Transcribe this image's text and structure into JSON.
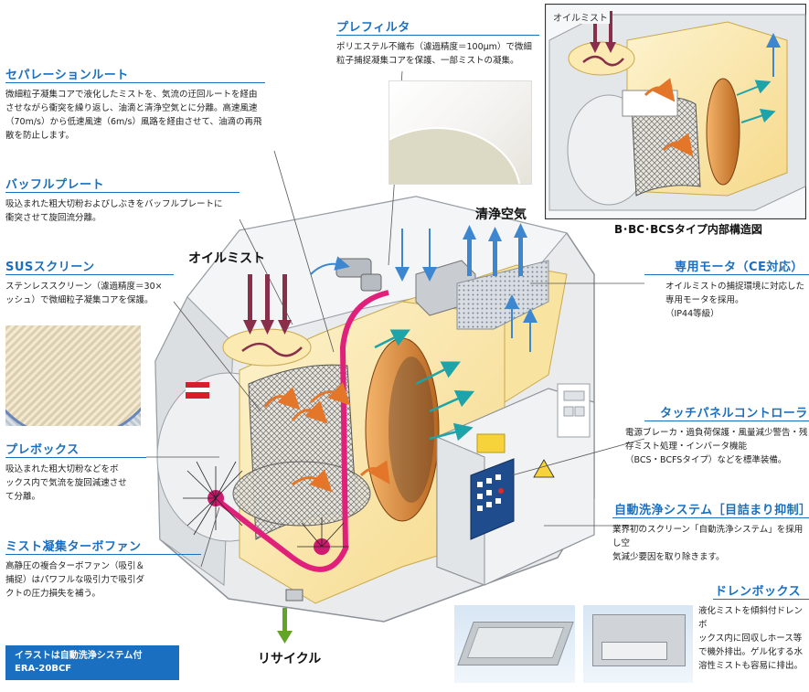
{
  "sections": {
    "separation": {
      "title": "セパレーションルート",
      "body": [
        "微細粒子凝集コアで液化したミストを、気流の迂回ルートを経由",
        "させながら衝突を繰り返し、油滴と清浄空気とに分離。高速風速",
        "（70m/s）から低速風速（6m/s）風路を経由させて、油滴の再飛",
        "散を防止します。"
      ]
    },
    "baffle": {
      "title": "バッフルプレート",
      "body": [
        "吸込まれた粗大切粉およびしぶきをバッフルプレートに",
        "衝突させて旋回流分離。"
      ]
    },
    "sus": {
      "title": "SUSスクリーン",
      "body": [
        "ステンレススクリーン（濾過精度＝30×",
        "ッシュ）で微細粒子凝集コアを保護。"
      ]
    },
    "prebox": {
      "title": "プレボックス",
      "body": [
        "吸込まれた粗大切粉などをボ",
        "ックス内で気流を旋回減速させ",
        "て分離。"
      ]
    },
    "turbofan": {
      "title": "ミスト凝集ターボファン",
      "body": [
        "高静圧の複合ターボファン（吸引＆",
        "捕捉）はパワフルな吸引力で吸引ダ",
        "クトの圧力損失を補う。"
      ]
    },
    "prefilter": {
      "title": "プレフィルタ",
      "body": [
        "ポリエステル不織布（濾過精度＝100μm）で微細",
        "粒子捕捉凝集コアを保護、一部ミストの凝集。"
      ]
    },
    "motor": {
      "title": "専用モータ（CE対応）",
      "body": [
        "オイルミストの捕捉環境に対応した",
        "専用モータを採用。",
        "（IP44等級）"
      ]
    },
    "touchpanel": {
      "title": "タッチパネルコントローラ",
      "body": [
        "電源ブレーカ・過負荷保護・風量減少警告・残",
        "存ミスト処理・インバータ機能",
        "（BCS・BCFSタイプ）などを標準装備。"
      ]
    },
    "autowash": {
      "title": "自動洗浄システム［目詰まり抑制］",
      "body": [
        "業界初のスクリーン「自動洗浄システム」を採用し空",
        "気減少要因を取り除きます。"
      ]
    },
    "drain": {
      "title": "ドレンボックス",
      "body": [
        "液化ミストを傾斜付ドレンボ",
        "ックス内に回収しホース等",
        "で機外排出。ゲル化する水",
        "溶性ミストも容易に排出。"
      ]
    }
  },
  "labels": {
    "oil_mist_main": "オイルミスト",
    "oil_mist_inset": "オイルミスト",
    "clean_air": "清浄空気",
    "recycle": "リサイクル",
    "inset_caption": "B･BC･BCSタイプ内部構造図"
  },
  "badge": {
    "line1": "イラストは自動洗浄システム付",
    "line2": "ERA-20BCF"
  },
  "colors": {
    "accent_blue": "#1a6fc0",
    "housing": "#e9ebed",
    "chamber_yellow": "#fbeab2",
    "duct_magenta": "#e0207a",
    "flow_orange": "#e4762a",
    "flow_teal": "#1ea3a8",
    "flow_arrow_blue": "#3d86d0",
    "mist_arrow": "#8a2f4a",
    "recycle_green": "#62a42a"
  }
}
